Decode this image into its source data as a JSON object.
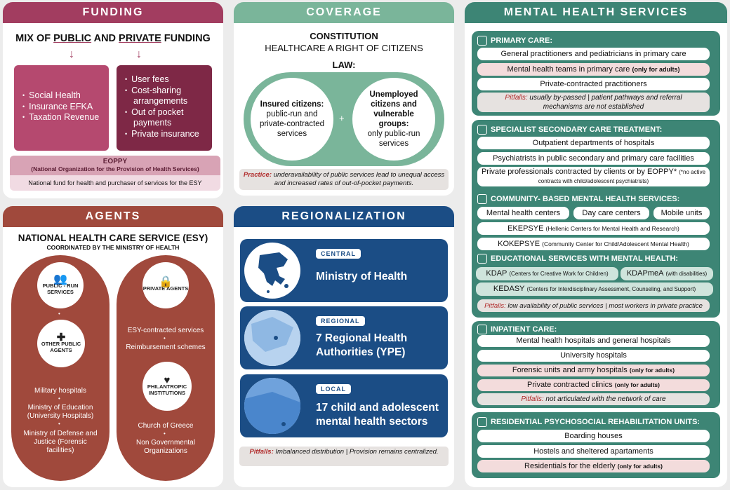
{
  "funding": {
    "title": "FUNDING",
    "heading_pre": "MIX OF ",
    "heading_public": "PUBLIC",
    "heading_mid": " AND ",
    "heading_private": "PRIVATE",
    "heading_post": " FUNDING",
    "public_items": [
      "Social Health",
      "Insurance EFKA",
      "Taxation Revenue"
    ],
    "private_items": [
      "User fees",
      "Cost-sharing arrangements",
      "Out of pocket payments",
      "Private insurance"
    ],
    "eoppy_title": "EOPPY",
    "eoppy_sub": "(National Organization for the Provision of Health Services)",
    "eoppy_desc": "National fund for health and purchaser of services for the ESY"
  },
  "coverage": {
    "title": "COVERAGE",
    "constitution": "CONSTITUTION",
    "right": "HEALTHCARE A RIGHT OF CITIZENS",
    "law": "LAW:",
    "insured_bold": "Insured citizens:",
    "insured_rest": "public-run and private-contracted services",
    "plus": "+",
    "unemp_bold": "Unemployed citizens and vulnerable groups:",
    "unemp_rest": "only public-run services",
    "practice_label": "Practice:",
    "practice_text": "underavailability of public services lead to unequal access and increased rates of out-of-pocket payments."
  },
  "agents": {
    "title": "AGENTS",
    "heading": "NATIONAL HEALTH CARE SERVICE (ESY)",
    "sub": "COORDINATED BY THE MINISTRY OF HEALTH",
    "public_run": "PUBLIC - RUN SERVICES",
    "other_public": "OTHER PUBLIC AGENTS",
    "left_items": [
      "Military hospitals",
      "Ministry of Education (University Hospitals)",
      "Ministry of Defense and Justice (Forensic facilities)"
    ],
    "private_agents": "PRIVATE AGENTS",
    "private_items": [
      "ESY-contracted services",
      "Reimbursement schemes"
    ],
    "philanthropic": "PHILANTROPIC INSTITUTIONS",
    "phil_items": [
      "Church of Greece",
      "Non Governmental Organizations"
    ],
    "dot": "•"
  },
  "regional": {
    "title": "REGIONALIZATION",
    "items": [
      {
        "tag": "CENTRAL",
        "text": "Ministry of Health"
      },
      {
        "tag": "REGIONAL",
        "text": "7 Regional Health Authorities (YPE)"
      },
      {
        "tag": "LOCAL",
        "text": "17 child and adolescent mental health sectors"
      }
    ],
    "pitfalls_label": "Pitfalls:",
    "pitfalls_text": "Imbalanced distribution | Provision remains centralized."
  },
  "mental": {
    "title": "MENTAL HEALTH SERVICES",
    "primary": {
      "title": "PRIMARY CARE:",
      "r1": "General practitioners and pediatricians in primary care",
      "r2": "Mental health teams in primary care",
      "r2s": "(only for adults)",
      "r3": "Private-contracted practitioners",
      "pl": "Pitfalls:",
      "pt": "usually by-passed | patient pathways and referral mechanisms are not established"
    },
    "specialist": {
      "title": "SPECIALIST SECONDARY CARE TREATMENT:",
      "r1": "Outpatient departments of hospitals",
      "r2": "Psychiatrists in public secondary and primary care facilities",
      "r3": "Private professionals contracted by clients or by EOPPY*",
      "r3s": "(*no active contracts with child/adolescent psychiatrists)"
    },
    "community": {
      "title": "COMMUNITY- BASED MENTAL HEALTH SERVICES:",
      "c1": "Mental health centers",
      "c2": "Day care centers",
      "c3": "Mobile units",
      "e1": "EKEPSYE",
      "e1s": "(Hellenic Centers for Mental Health and Research)",
      "e2": "KOKEPSYE",
      "e2s": "(Community Center for Child/Adolescent Mental Health)"
    },
    "educational": {
      "title": "EDUCATIONAL SERVICES  WITH MENTAL HEALTH:",
      "k1": "KDAP",
      "k1s": "(Centers for Creative Work for Children)",
      "k2": "KDAPmeA",
      "k2s": "(with disabilities)",
      "k3": "KEDASY",
      "k3s": "(Centers for Interdisciplinary Assessment, Counseling, and Support)",
      "pl": "Pitfalls:",
      "pt": "low availability of public services | most workers in private practice"
    },
    "inpatient": {
      "title": "INPATIENT CARE:",
      "r1": "Mental health hospitals and general hospitals",
      "r2": "University hospitals",
      "r3": "Forensic units and army hospitals",
      "r3s": "(only for adults)",
      "r4": "Private contracted clinics",
      "r4s": "(only for adults)",
      "pl": "Pitfalls:",
      "pt": "not articulated with the network of care"
    },
    "residential": {
      "title": "RESIDENTIAL PSYCHOSOCIAL REHABILITATION UNITS:",
      "r1": "Boarding houses",
      "r2": "Hostels and sheltered apartaments",
      "r3": "Residentials for the elderly",
      "r3s": "(only for adults)"
    }
  }
}
